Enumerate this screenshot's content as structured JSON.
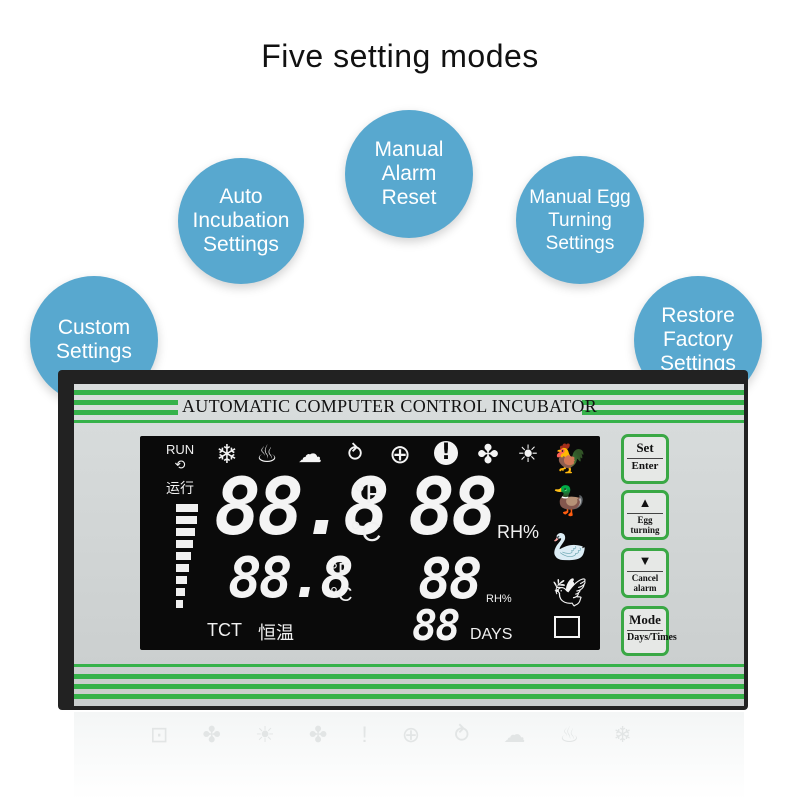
{
  "title": "Five setting modes",
  "modes": [
    {
      "label_lines": [
        "Custom",
        "Settings"
      ]
    },
    {
      "label_lines": [
        "Auto",
        "Incubation",
        "Settings"
      ]
    },
    {
      "label_lines": [
        "Manual",
        "Alarm",
        "Reset"
      ]
    },
    {
      "label_lines": [
        "Manual Egg",
        "Turning",
        "Settings"
      ]
    },
    {
      "label_lines": [
        "Restore",
        "Factory",
        "Settings"
      ]
    }
  ],
  "device": {
    "header": "AUTOMATIC COMPUTER CONTROL INCUBATOR",
    "lcd": {
      "run_label": "RUN",
      "run_label_cn": "运行",
      "temp_main": "88.8",
      "temp_sub": "88.8",
      "unit_f": "°F",
      "unit_c": "°C",
      "humidity_main": "88",
      "humidity_sub": "88",
      "rh_unit": "RH%",
      "days_value": "88",
      "days_label": "DAYS",
      "tct_label": "TCT",
      "tct_label_cn": "恒温",
      "icons": [
        "snowflake-icon",
        "heat-icon",
        "humidify-icon",
        "egg-turn-icon",
        "add-icon",
        "alarm-icon",
        "fan-icon",
        "light-icon"
      ],
      "bird_icons": [
        "chicken-icon",
        "duck-icon",
        "goose-icon",
        "pigeon-icon"
      ]
    },
    "buttons": {
      "set": {
        "top": "Set",
        "bottom": "Enter"
      },
      "up": {
        "symbol": "▲",
        "bottom": "Egg turning"
      },
      "down": {
        "symbol": "▼",
        "bottom": "Cancel alarm"
      },
      "mode": {
        "top": "Mode",
        "bottom": "Days/Times"
      }
    }
  },
  "colors": {
    "bubble": "#58a8cf",
    "stripe": "#36b24a",
    "lcd": "#0a0a0a"
  }
}
